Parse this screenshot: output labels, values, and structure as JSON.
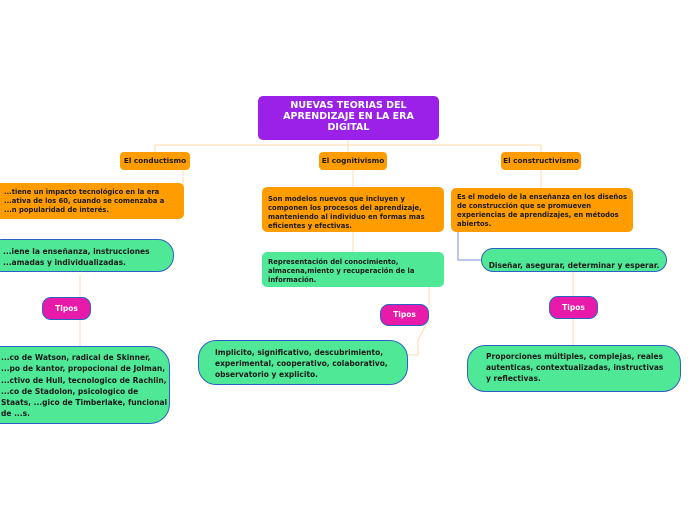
{
  "root": {
    "title": "NUEVAS TEORIAS DEL APRENDIZAJE EN LA ERA DIGITAL"
  },
  "branches": [
    {
      "label": "El conductismo",
      "description": "...tiene un impacto tecnológico en la era ...ativa de los 60, cuando se comenzaba a ...n popularidad de interés.",
      "detail": "...iene la enseñanza, instrucciones ...amadas y individualizadas.",
      "tipos_label": "Tipos",
      "types": "...co de Watson, radical de Skinner, ...po de kantor, propocional de Jolman, ...ctivo de Hull, tecnologico de Rachlin, ...co de Stadolon, psicologico de Staats, ...gico de Timberlake, funcional de ...s."
    },
    {
      "label": "El cognitivismo",
      "description": "Son modelos nuevos que incluyen y componen los procesos del aprendizaje, manteniendo al  individuo en formas mas eficientes y efectivas.",
      "detail": "Representación del conocimiento, almacena,miento y recuperación de la información.",
      "tipos_label": "Tipos",
      "types": "Implicito, significativo, descubrimiento, experimental, cooperativo, colaborativo, observatorio y explicito."
    },
    {
      "label": "El constructivismo",
      "description": "Es el modelo de la enseñanza  en los diseños de construcción que se promueven experiencias de aprendizajes,  en métodos abiertos.",
      "detail": "Diseñar, asegurar, determinar y esperar.",
      "tipos_label": "Tipos",
      "types": "Proporciones múltiples, complejas, reales autenticas, contextualizadas, instructivas y reflectivas."
    }
  ],
  "colors": {
    "root": "#9b20e8",
    "branch": "#ff9c00",
    "green": "#4fe896",
    "tipos": "#e81aaa",
    "connector_orange": "#ffd9a8",
    "connector_blue": "#7a8fe0"
  }
}
